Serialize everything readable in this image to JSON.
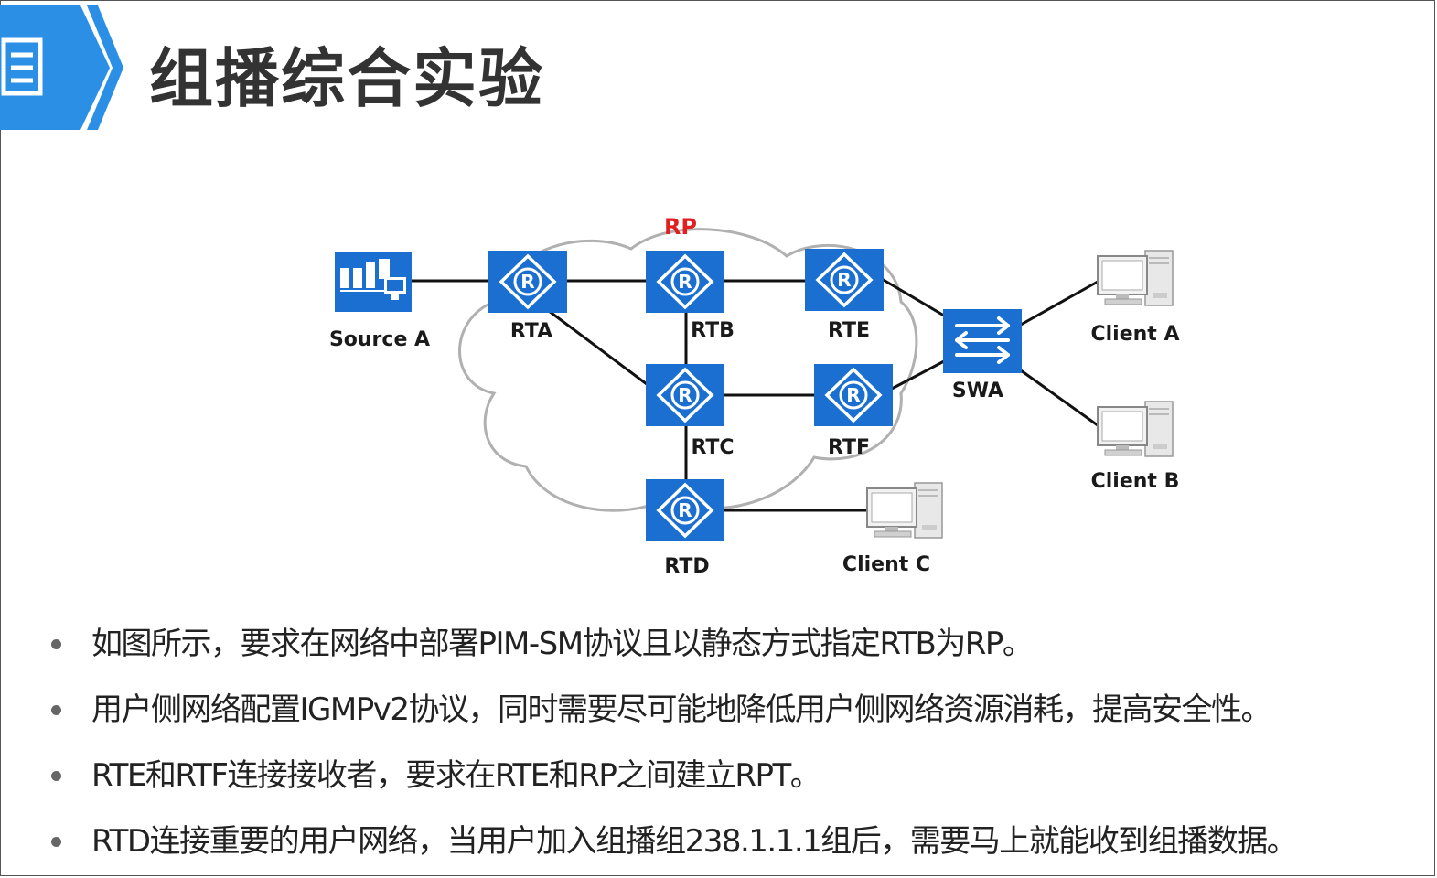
{
  "header": {
    "title": "组播综合实验",
    "icon": "document-list-icon",
    "accent_color": "#1e90e8"
  },
  "diagram": {
    "rp_label": "RP",
    "rp_color": "#e02020",
    "router_color": "#1a6fd1",
    "nodes": {
      "source_a": "Source A",
      "rta": "RTA",
      "rtb": "RTB",
      "rtc": "RTC",
      "rtd": "RTD",
      "rte": "RTE",
      "rtf": "RTF",
      "swa": "SWA",
      "client_a": "Client A",
      "client_b": "Client B",
      "client_c": "Client C"
    }
  },
  "bullets": [
    "如图所示，要求在网络中部署PIM-SM协议且以静态方式指定RTB为RP。",
    "用户侧网络配置IGMPv2协议，同时需要尽可能地降低用户侧网络资源消耗，提高安全性。",
    "RTE和RTF连接接收者，要求在RTE和RP之间建立RPT。",
    "RTD连接重要的用户网络，当用户加入组播组238.1.1.1组后，需要马上就能收到组播数据。"
  ]
}
